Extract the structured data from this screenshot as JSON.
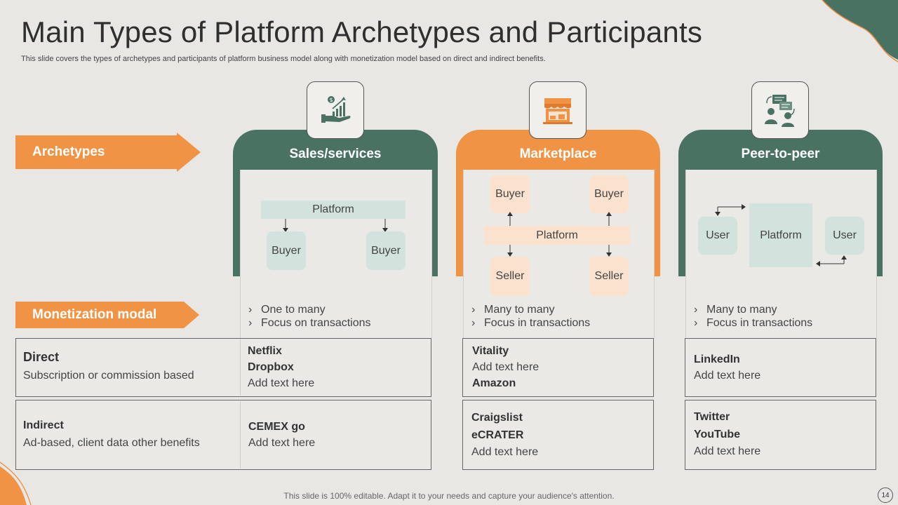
{
  "title": "Main Types of Platform Archetypes and Participants",
  "subtitle": "This slide covers the types of archetypes and participants of platform business model along with monetization model based on direct and indirect benefits.",
  "labels": {
    "archetypes": "Archetypes",
    "monetization": "Monetization modal"
  },
  "colors": {
    "green": "#4a7263",
    "orange": "#f09344",
    "light_green": "#d2e2dc",
    "light_orange": "#fbe2cf"
  },
  "columns": [
    {
      "title": "Sales/services",
      "icon": "money-growth-hand-icon",
      "diagram": {
        "platform": "Platform",
        "node_a": "Buyer",
        "node_b": "Buyer"
      },
      "bullets": [
        "One to many",
        "Focus on transactions"
      ],
      "direct": [
        "Netflix",
        "Dropbox",
        "Add text here"
      ],
      "indirect": [
        "CEMEX go",
        "Add text here"
      ]
    },
    {
      "title": "Marketplace",
      "icon": "storefront-icon",
      "diagram": {
        "platform": "Platform",
        "buyer_a": "Buyer",
        "buyer_b": "Buyer",
        "seller_a": "Seller",
        "seller_b": "Seller"
      },
      "bullets": [
        "Many to many",
        "Focus in transactions"
      ],
      "direct": [
        "Vitality",
        "Add text here",
        "Amazon"
      ],
      "indirect": [
        "Craigslist",
        "eCRATER",
        "Add text here"
      ]
    },
    {
      "title": "Peer-to-peer",
      "icon": "people-chat-icon",
      "diagram": {
        "platform": "Platform",
        "user_a": "User",
        "user_b": "User"
      },
      "bullets": [
        "Many to many",
        "Focus in transactions"
      ],
      "direct": [
        "LinkedIn",
        "Add text here"
      ],
      "indirect": [
        "Twitter",
        "YouTube",
        "Add text here"
      ]
    }
  ],
  "rows": {
    "direct": {
      "title": "Direct",
      "desc": "Subscription or commission based"
    },
    "indirect": {
      "title": "Indirect",
      "desc": "Ad-based, client data other benefits"
    }
  },
  "footer": "This slide is 100% editable. Adapt it to your needs and capture your audience's attention.",
  "page_number": "14"
}
